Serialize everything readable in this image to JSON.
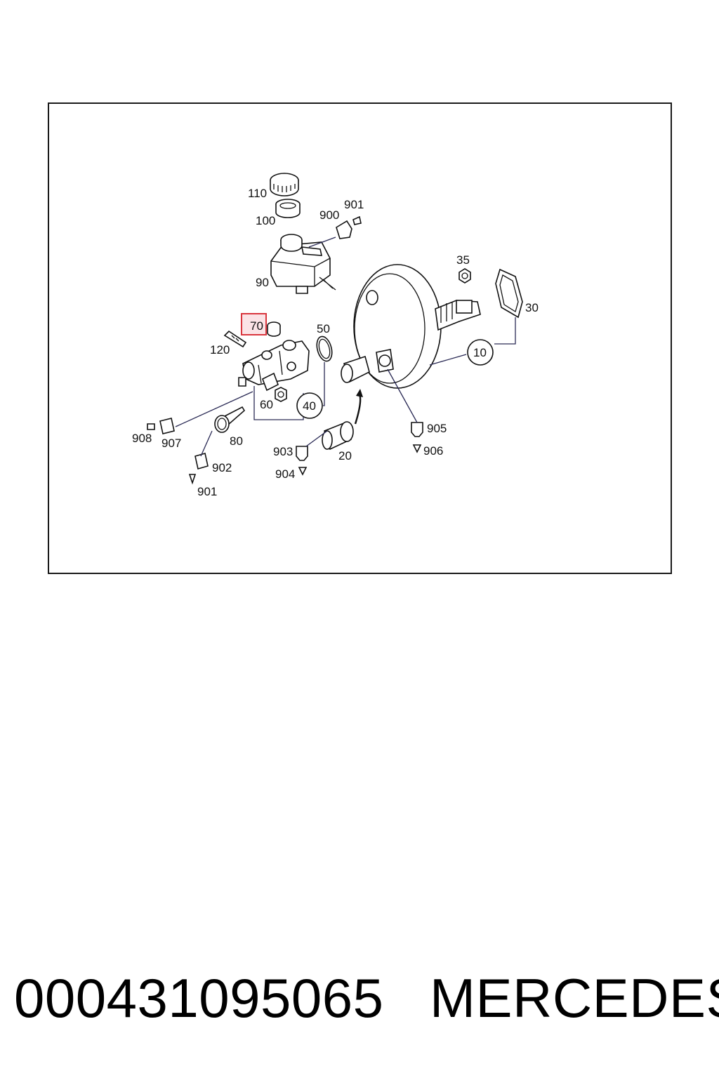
{
  "diagram": {
    "highlight_color": "#d9363e",
    "highlight_fill": "#fbe3e6",
    "highlighted_label": "70",
    "labels": {
      "l110": "110",
      "l100": "100",
      "l900": "900",
      "l901a": "901",
      "l90": "90",
      "l35": "35",
      "l30": "30",
      "l70": "70",
      "l50": "50",
      "l120": "120",
      "l10": "10",
      "l60": "60",
      "l40": "40",
      "l908": "908",
      "l907": "907",
      "l80": "80",
      "l905": "905",
      "l903": "903",
      "l906": "906",
      "l20": "20",
      "l902": "902",
      "l904": "904",
      "l901b": "901"
    }
  },
  "footer": {
    "part_number": "000431095065",
    "brand": "MERCEDES"
  }
}
